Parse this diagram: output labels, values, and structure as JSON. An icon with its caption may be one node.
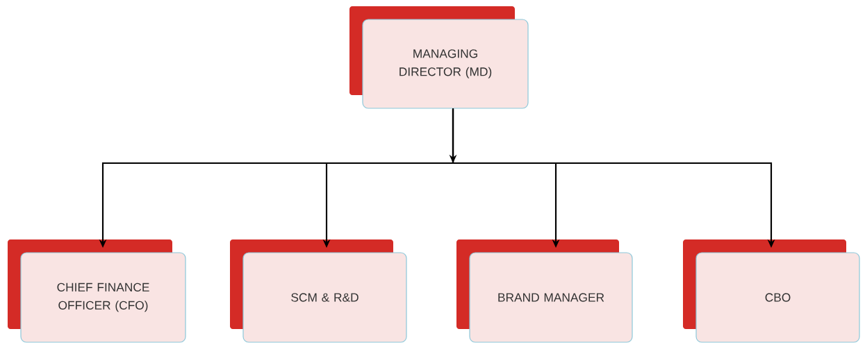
{
  "diagram": {
    "nodes": [
      {
        "text": [
          "MANAGING DIRECTOR (MD)"
        ]
      },
      {
        "text": [
          "CHIEF FINANCE OFFICER (CFO)"
        ]
      },
      {
        "text": [
          "SCM & R&D"
        ]
      },
      {
        "text": [
          "BRAND MANAGER"
        ]
      },
      {
        "text": [
          "CBO"
        ]
      }
    ],
    "edges": [
      {
        "from": 0,
        "to": 1,
        "arrow": "to"
      },
      {
        "from": 0,
        "to": 2,
        "arrow": "to"
      },
      {
        "from": 0,
        "to": 3,
        "arrow": "to"
      },
      {
        "from": 0,
        "to": 4,
        "arrow": "to"
      }
    ]
  }
}
